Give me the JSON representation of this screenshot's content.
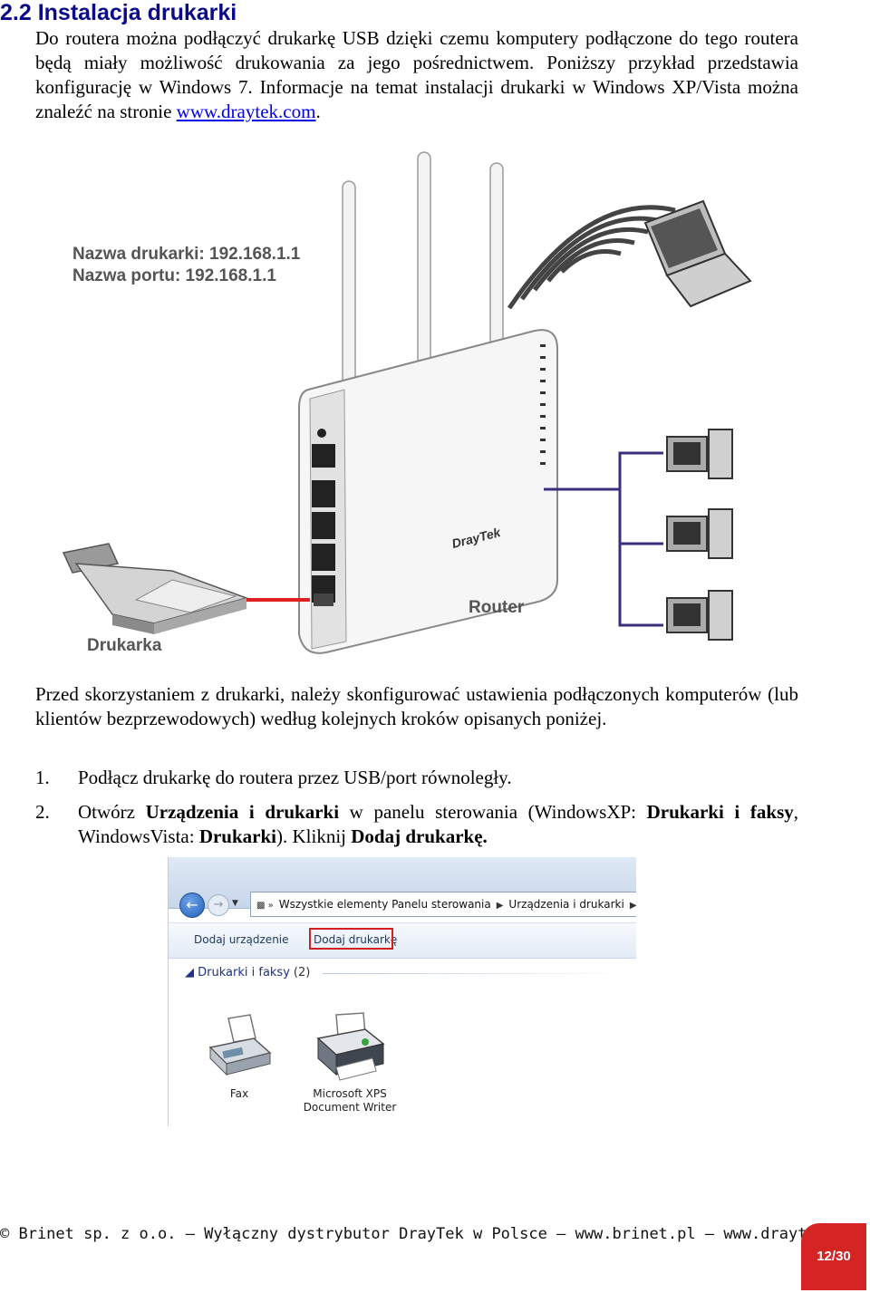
{
  "section": {
    "title": "2.2 Instalacja drukarki"
  },
  "intro": {
    "text": "Do routera można podłączyć drukarkę USB dzięki czemu komputery podłączone do tego routera będą miały możliwość drukowania za jego pośrednictwem. Poniższy przykład przedstawia konfigurację w Windows 7. Informacje na temat instalacji drukarki w Windows XP/Vista można znaleźć na stronie",
    "link": "www.draytek.com",
    "after": "."
  },
  "figure": {
    "printer_name": "Nazwa drukarki: 192.168.1.1",
    "port_name": "Nazwa portu: 192.168.1.1",
    "printer_label": "Drukarka",
    "router_label": "Router",
    "brand": "DrayTek"
  },
  "before": {
    "text": "Przed skorzystaniem z drukarki, należy skonfigurować ustawienia podłączonych komputerów (lub klientów bezprzewodowych) według kolejnych kroków opisanych poniżej."
  },
  "steps": [
    {
      "num": "1.",
      "text": "Podłącz drukarkę do routera przez USB/port równoległy."
    },
    {
      "num": "2.",
      "p1": "Otwórz ",
      "b1": "Urządzenia i drukarki",
      "p2": " w panelu sterowania (WindowsXP: ",
      "b2": "Drukarki i faksy",
      "p3": ", WindowsVista: ",
      "b3": "Drukarki",
      "p4": "). Kliknij ",
      "b4": "Dodaj drukarkę."
    }
  ],
  "window": {
    "breadcrumb": [
      "Wszystkie elementy Panelu sterowania",
      "Urządzenia i drukarki"
    ],
    "toolbar": {
      "add_device": "Dodaj urządzenie",
      "add_printer": "Dodaj drukarkę"
    },
    "group": {
      "label": "Drukarki i faksy",
      "count": "(2)"
    },
    "devices": [
      {
        "name": "Fax"
      },
      {
        "name": "Microsoft XPS Document Writer"
      }
    ]
  },
  "footer": {
    "text": "© Brinet sp. z o.o. – Wyłączny dystrybutor DrayTek w Polsce – www.brinet.pl – www.draytek.pl",
    "page": "12/30"
  }
}
